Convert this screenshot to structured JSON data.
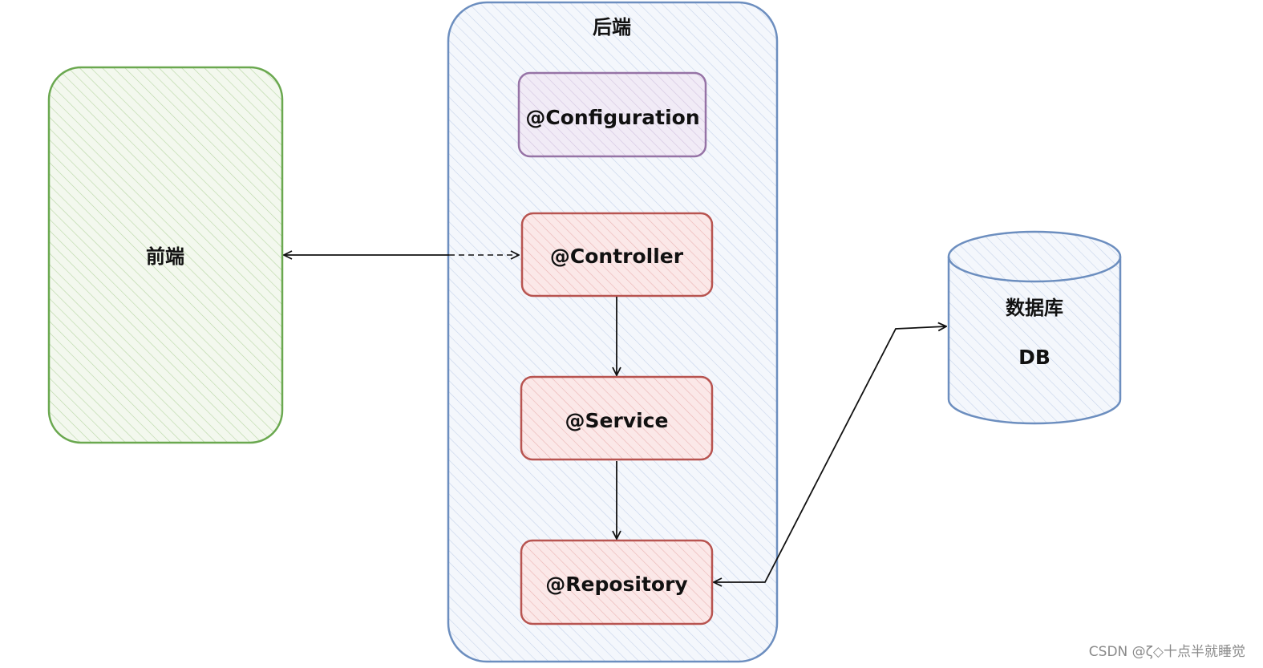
{
  "frontend": {
    "label": "前端",
    "stroke": "#6aa84f",
    "fill": "#eaf3e2"
  },
  "backend": {
    "label": "后端",
    "stroke": "#6c8ebf",
    "fill": "#e8eef8",
    "components": {
      "configuration": {
        "label": "@Configuration",
        "stroke": "#9673a6",
        "fill": "#ece4f2"
      },
      "controller": {
        "label": "@Controller",
        "stroke": "#b85450",
        "fill": "#f7dcdc"
      },
      "service": {
        "label": "@Service",
        "stroke": "#b85450",
        "fill": "#f7dcdc"
      },
      "repository": {
        "label": "@Repository",
        "stroke": "#b85450",
        "fill": "#f7dcdc"
      }
    }
  },
  "database": {
    "label": "数据库",
    "sublabel": "DB",
    "stroke": "#6c8ebf",
    "fill": "#e8eef8"
  },
  "edge_color": "#111111",
  "watermark": "CSDN @ζ◇十点半就睡觉"
}
